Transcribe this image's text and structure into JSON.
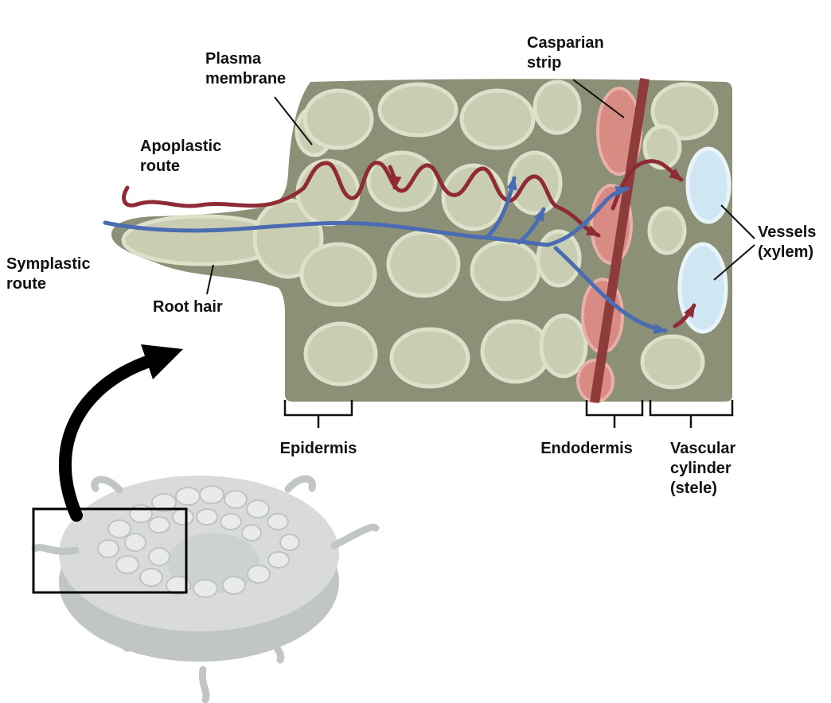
{
  "figure": {
    "description": "Plant root water uptake diagram showing apoplastic and symplastic routes through epidermis and endodermis to xylem vessels",
    "labels": {
      "plasma_membrane": "Plasma\nmembrane",
      "casparian_strip": "Casparian\nstrip",
      "apoplastic_route": "Apoplastic\nroute",
      "symplastic_route": "Symplastic\nroute",
      "root_hair": "Root hair",
      "vessels": "Vessels\n(xylem)",
      "epidermis": "Epidermis",
      "endodermis": "Endodermis",
      "vascular_cylinder": "Vascular\ncylinder\n(stele)"
    },
    "legend": {
      "apoplastic_route_color": "#8e2b35",
      "symplastic_route_color": "#4a6cb3",
      "casparian_strip_color": "#8f3b3b",
      "endodermis_cell_color": "#d88b83",
      "vessel_color": "#cfe7f3",
      "cell_color": "#c9cdb1",
      "tissue_background_color": "#8b9077",
      "inset_gray": "#d8dadb"
    }
  }
}
